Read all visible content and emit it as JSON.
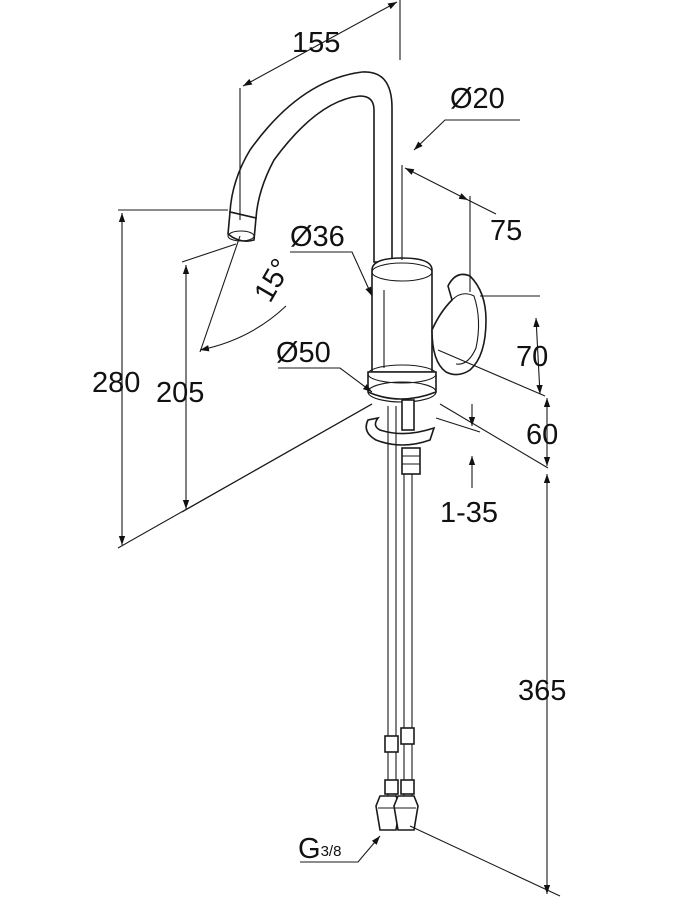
{
  "drawing": {
    "dimensions": {
      "spout_reach": "155",
      "spout_diameter": "Ø20",
      "lever_offset": "75",
      "body_diameter": "Ø36",
      "spout_angle": "15°",
      "total_height": "280",
      "outlet_height": "205",
      "base_diameter": "Ø50",
      "lever_height": "70",
      "base_height": "60",
      "deck_thickness": "1-35",
      "hose_length": "365",
      "thread_size": "G",
      "thread_fraction": "3/8"
    },
    "colors": {
      "line": "#1a1a1a",
      "background": "#ffffff"
    }
  }
}
